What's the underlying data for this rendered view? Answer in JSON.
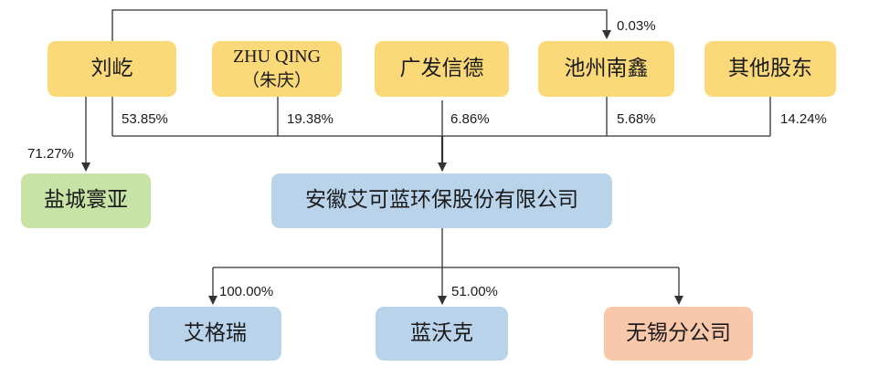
{
  "shareholders": [
    {
      "id": "liu-yi",
      "label": "刘屹",
      "color": "yellow"
    },
    {
      "id": "zhu-qing",
      "label_line1": "ZHU QING",
      "label_line2": "（朱庆）",
      "color": "yellow"
    },
    {
      "id": "guangfa",
      "label": "广发信德",
      "color": "yellow"
    },
    {
      "id": "chizhou",
      "label": "池州南鑫",
      "color": "yellow"
    },
    {
      "id": "others",
      "label": "其他股东",
      "color": "yellow"
    }
  ],
  "holdings": {
    "liu_yi": "53.85%",
    "zhu_qing": "19.38%",
    "guangfa": "6.86%",
    "chizhou": "5.68%",
    "others": "14.24%",
    "liu_yi_to_chizhou": "0.03%",
    "liu_yi_to_yancheng": "71.27%"
  },
  "yancheng": {
    "label": "盐城寰亚",
    "color": "green"
  },
  "company": {
    "label": "安徽艾可蓝环保股份有限公司",
    "color": "blue"
  },
  "subsidiaries": [
    {
      "id": "aigerui",
      "label": "艾格瑞",
      "pct": "100.00%",
      "color": "blue"
    },
    {
      "id": "lanwoke",
      "label": "蓝沃克",
      "pct": "51.00%",
      "color": "blue"
    },
    {
      "id": "wuxi",
      "label": "无锡分公司",
      "pct": "",
      "color": "orange"
    }
  ],
  "colors": {
    "yellow": "#fbd978",
    "green": "#c7e3a5",
    "blue": "#b9d3ea",
    "orange": "#f9c7aa",
    "line": "#333333"
  }
}
